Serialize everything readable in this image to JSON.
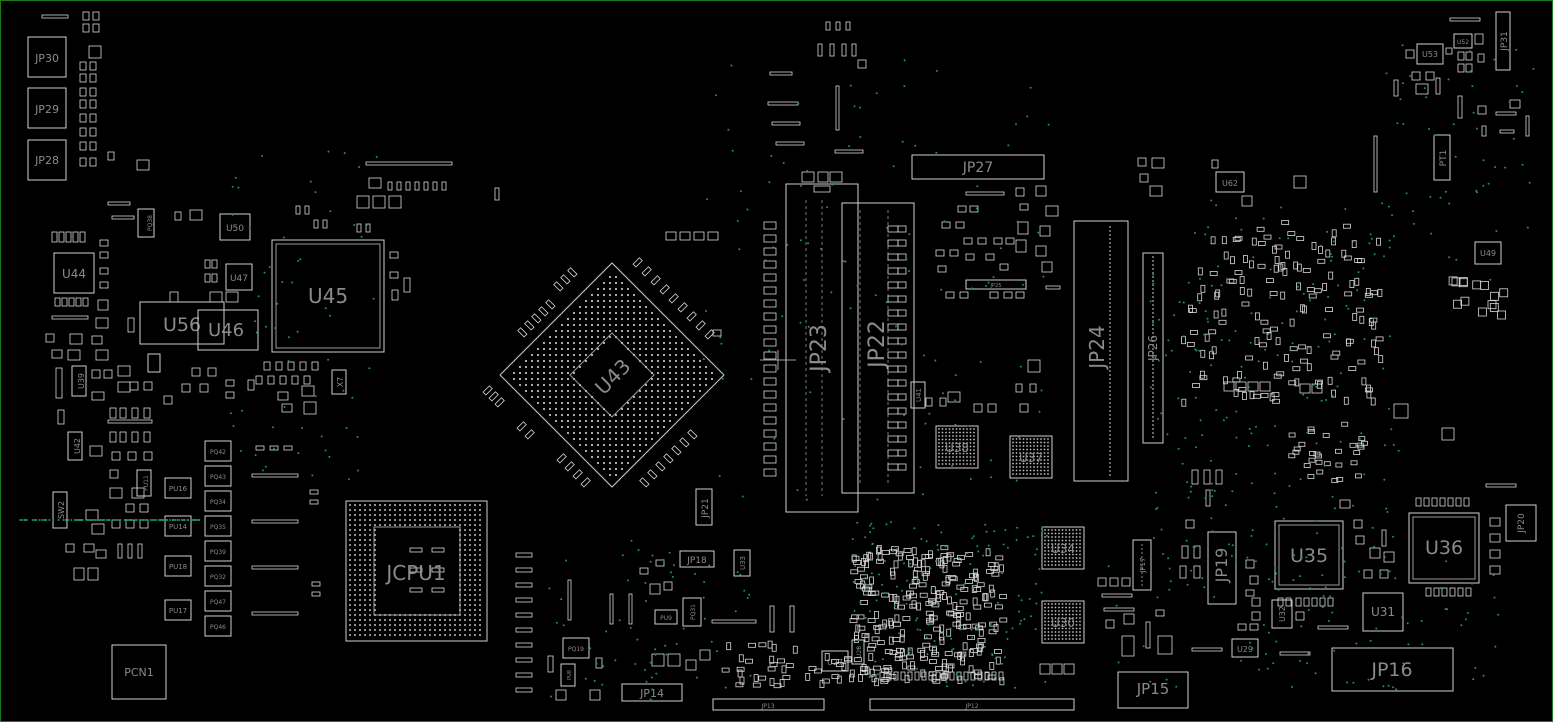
{
  "colors": {
    "background": "#000000",
    "border": "#1a7a1a",
    "outline": "#cfcfcf",
    "label": "#8a8a8a",
    "via": "#1f8f6f"
  },
  "components": {
    "JP30": "JP30",
    "JP29": "JP29",
    "JP28": "JP28",
    "JP31": "JP31",
    "U53": "U53",
    "U52": "U52",
    "PT1": "PT1",
    "U62": "U62",
    "JP27": "JP27",
    "U50": "U50",
    "PQ38": "PQ38",
    "U44": "U44",
    "U47": "U47",
    "U45": "U45",
    "U56": "U56",
    "U46": "U46",
    "U39": "U39",
    "U42": "U42",
    "X7": "X7",
    "U43": "U43",
    "JP23": "JP23",
    "JP22": "JP22",
    "JP24": "JP24",
    "JP26": "JP26",
    "U49": "U49",
    "U38": "U38",
    "U37": "U37",
    "U41": "U41",
    "SW2": "SW2",
    "PU16": "PU16",
    "PU14": "PU14",
    "PU18": "PU18",
    "PU17": "PU17",
    "PU11": "PU11",
    "PQ42": "PQ42",
    "PQ43": "PQ43",
    "PQ34": "PQ34",
    "PQ35": "PQ35",
    "PQ39": "PQ39",
    "PQ32": "PQ32",
    "PQ47": "PQ47",
    "PQ46": "PQ46",
    "JCPU1": "JCPU1",
    "JP21": "JP21",
    "JP18": "JP18",
    "U33": "U33",
    "PQ31": "PQ31",
    "PU9": "PU9",
    "U34": "U34",
    "U30": "U30",
    "U27": "U27",
    "U28": "U28",
    "JP17": "JP17",
    "JP19": "JP19",
    "U35": "U35",
    "U36": "U36",
    "JP20": "JP20",
    "U32": "U32",
    "U31": "U31",
    "U29": "U29",
    "JP16": "JP16",
    "JP15": "JP15",
    "JP14": "JP14",
    "JP13": "JP13",
    "JP12": "JP12",
    "PCN1": "PCN1",
    "PQ19": "PQ19",
    "PU8": "PU8",
    "JP25": "JP25"
  }
}
